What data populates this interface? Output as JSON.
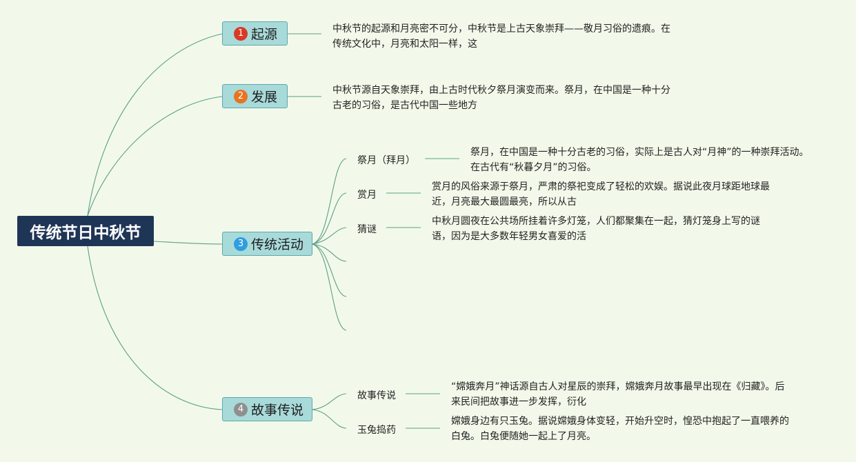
{
  "root": {
    "title": "传统节日中秋节"
  },
  "topics": [
    {
      "num": "1",
      "label": "起源",
      "num_color": "#d93a25",
      "desc_lines": [
        "中秋节的起源和月亮密不可分，中秋节是上古天象崇拜——敬月习俗的遗痕。在",
        "传统文化中，月亮和太阳一样，这"
      ]
    },
    {
      "num": "2",
      "label": "发展",
      "num_color": "#e8741f",
      "desc_lines": [
        "中秋节源自天象崇拜，由上古时代秋夕祭月演变而来。祭月，在中国是一种十分",
        "古老的习俗，是古代中国一些地方"
      ]
    },
    {
      "num": "3",
      "label": "传统活动",
      "num_color": "#2f9ee0",
      "children": [
        {
          "label": "祭月（拜月）",
          "desc_lines": [
            "祭月，在中国是一种十分古老的习俗，实际上是古人对“月神”的一种崇拜活动。",
            "在古代有“秋暮夕月”的习俗。"
          ]
        },
        {
          "label": "赏月",
          "desc_lines": [
            "赏月的风俗来源于祭月，严肃的祭祀变成了轻松的欢娱。据说此夜月球距地球最",
            "近，月亮最大最圆最亮，所以从古"
          ]
        },
        {
          "label": "猜谜",
          "desc_lines": [
            "中秋月圆夜在公共场所挂着许多灯笼，人们都聚集在一起，猜灯笼身上写的谜",
            "语，因为是大多数年轻男女喜爱的活"
          ]
        }
      ]
    },
    {
      "num": "4",
      "label": "故事传说",
      "num_color": "#8f8f8f",
      "children": [
        {
          "label": "故事传说",
          "desc_lines": [
            "“嫦娥奔月”神话源自古人对星辰的崇拜，嫦娥奔月故事最早出现在《归藏》。后",
            "来民间把故事进一步发挥，衍化"
          ]
        },
        {
          "label": "玉兔捣药",
          "desc_lines": [
            "嫦娥身边有只玉兔。据说嫦娥身体变轻，开始升空时，惶恐中抱起了一直喂养的",
            "白兔。白兔便随她一起上了月亮。"
          ]
        }
      ]
    }
  ],
  "colors": {
    "line": "#5c9e86",
    "root_bg": "#1f3556",
    "topic_bg": "#a9dada",
    "topic_border": "#5ba8a8",
    "page_bg": "#f2f9ea"
  }
}
